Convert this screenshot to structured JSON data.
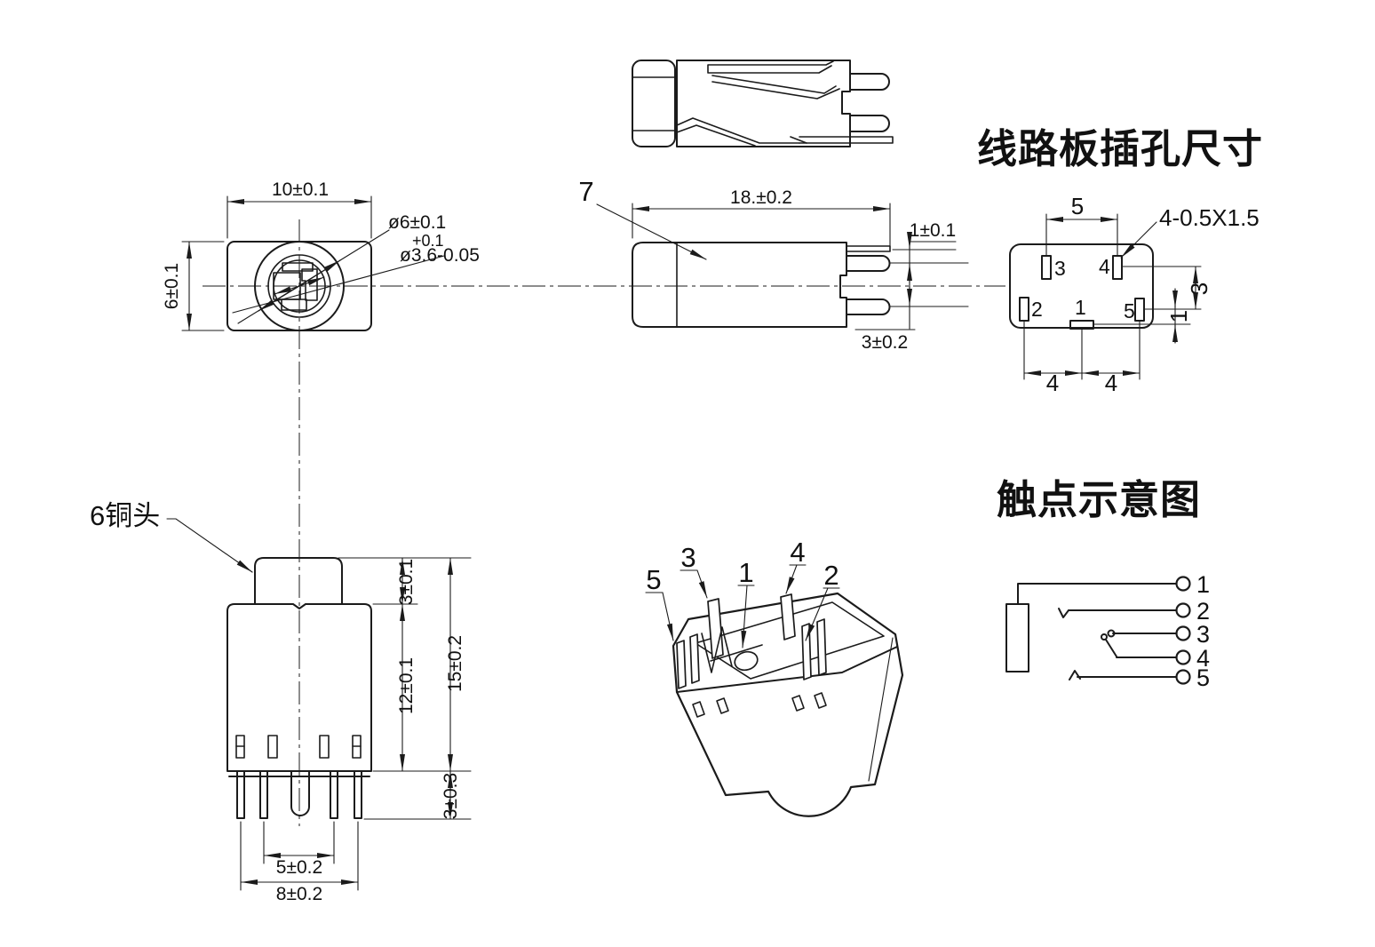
{
  "titles": {
    "pcb_hole_title": "线路板插孔尺寸",
    "contact_title": "触点示意图"
  },
  "front_view": {
    "width": "10±0.1",
    "height": "6±0.1",
    "outer_dia": "ø6±0.1",
    "plus_tol": "+0.1",
    "inner_dia": "ø3.6-0.05"
  },
  "side_view": {
    "part_label": "7",
    "length": "18.±0.2",
    "tab_offset": "1±0.1",
    "pin_protrusion": "3±0.2"
  },
  "copper_head": {
    "label": "6铜头"
  },
  "body_view": {
    "head_height": "3±0.1",
    "body_height": "12±0.1",
    "overall_height": "15±0.2",
    "pin_length": "3±0.3",
    "inner_pitch": "5±0.2",
    "outer_pitch": "8±0.2"
  },
  "pcb_layout": {
    "top_pitch": "5",
    "slot_spec": "4-0.5X1.5",
    "dim_right_3": "3",
    "dim_right_1": "1",
    "dim_bottom_left": "4",
    "dim_bottom_right": "4",
    "pads": {
      "p1": "1",
      "p2": "2",
      "p3": "3",
      "p4": "4",
      "p5": "5"
    }
  },
  "iso_view": {
    "labels": {
      "l1": "1",
      "l2": "2",
      "l3": "3",
      "l4": "4",
      "l5": "5"
    }
  },
  "schematic": {
    "terminals": {
      "t1": "1",
      "t2": "2",
      "t3": "3",
      "t4": "4",
      "t5": "5"
    }
  }
}
